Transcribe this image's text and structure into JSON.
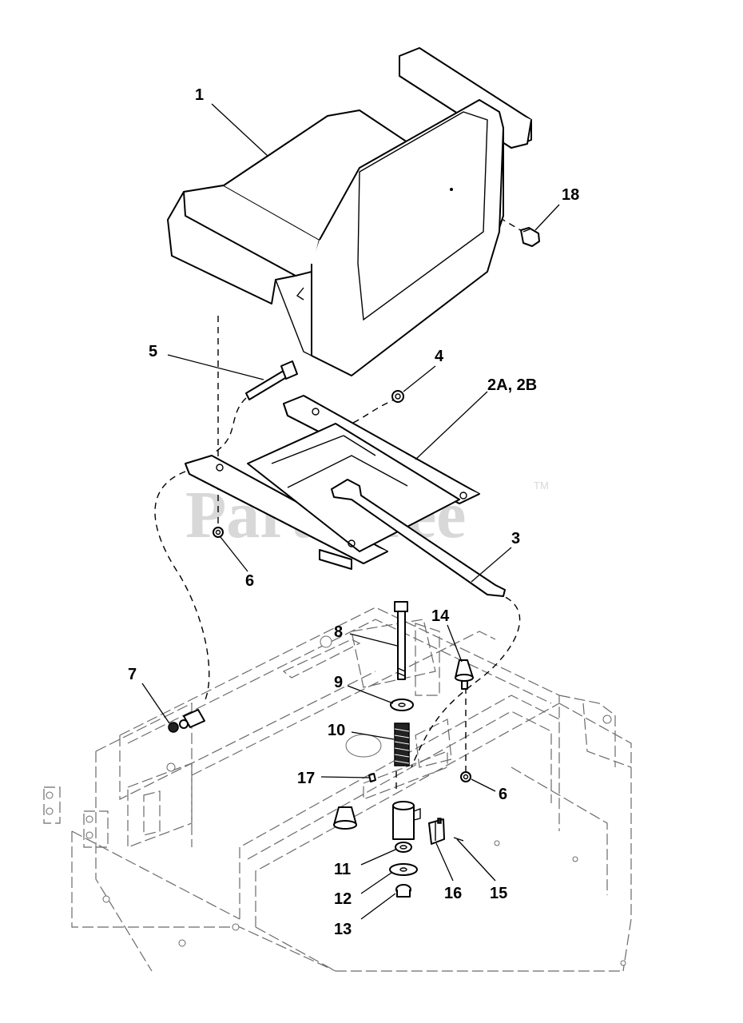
{
  "diagram": {
    "watermark": "PartsTree",
    "trademark": "TM",
    "callouts": {
      "c1": "1",
      "c18": "18",
      "c5": "5",
      "c4": "4",
      "c2": "2A, 2B",
      "c3": "3",
      "c6a": "6",
      "c6b": "6",
      "c8": "8",
      "c14": "14",
      "c7": "7",
      "c9": "9",
      "c10": "10",
      "c17": "17",
      "c11": "11",
      "c12": "12",
      "c13": "13",
      "c16": "16",
      "c15": "15"
    }
  }
}
